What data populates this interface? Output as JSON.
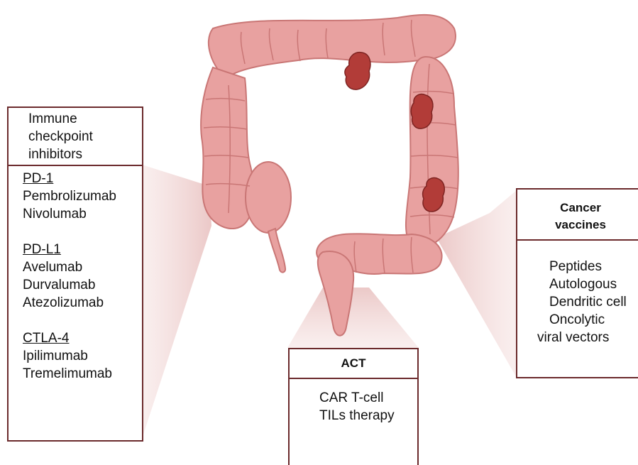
{
  "immune_box": {
    "title_lines": [
      "Immune",
      "checkpoint",
      "inhibitors"
    ],
    "groups": [
      {
        "heading": "PD-1",
        "items": [
          "Pembrolizumab",
          "Nivolumab"
        ]
      },
      {
        "heading": "PD-L1",
        "items": [
          "Avelumab",
          "Durvalumab",
          "Atezolizumab"
        ]
      },
      {
        "heading": "CTLA-4",
        "items": [
          "Ipilimumab",
          "Tremelimumab"
        ]
      }
    ]
  },
  "act_box": {
    "title": "ACT",
    "items": [
      "CAR T-cell",
      "TILs therapy"
    ]
  },
  "vaccine_box": {
    "title_lines": [
      "Cancer",
      "vaccines"
    ],
    "items": [
      "Peptides",
      "Autologous",
      "Dendritic cell",
      "Oncolytic",
      "viral vectors"
    ]
  },
  "colors": {
    "border": "#6b2a2c",
    "colon_fill": "#e8a1a0",
    "colon_shade": "#d88585",
    "colon_highlight": "#f4c4c0",
    "tumor": "#b23c38",
    "beam": "#ecc9c8"
  }
}
